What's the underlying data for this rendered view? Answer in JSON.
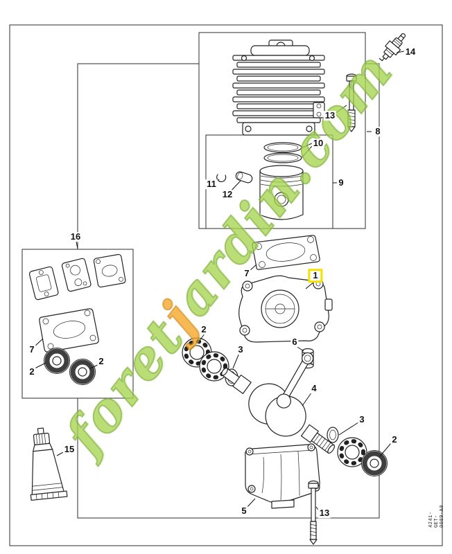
{
  "page": {
    "doc_code": "4241-GET-0009-A0",
    "watermark": {
      "pre": "foret",
      "j": "j",
      "post": "ardin.com"
    },
    "highlight_color": "#f5e003",
    "callouts": [
      {
        "text": "14"
      },
      {
        "text": "13"
      },
      {
        "text": "8"
      },
      {
        "text": "10"
      },
      {
        "text": "9"
      },
      {
        "text": "11"
      },
      {
        "text": "12"
      },
      {
        "text": "7"
      },
      {
        "text": "1"
      },
      {
        "text": "16"
      },
      {
        "text": "7"
      },
      {
        "text": "2"
      },
      {
        "text": "2"
      },
      {
        "text": "2"
      },
      {
        "text": "3"
      },
      {
        "text": "6"
      },
      {
        "text": "4"
      },
      {
        "text": "3"
      },
      {
        "text": "2"
      },
      {
        "text": "5"
      },
      {
        "text": "13"
      },
      {
        "text": "15"
      }
    ]
  }
}
